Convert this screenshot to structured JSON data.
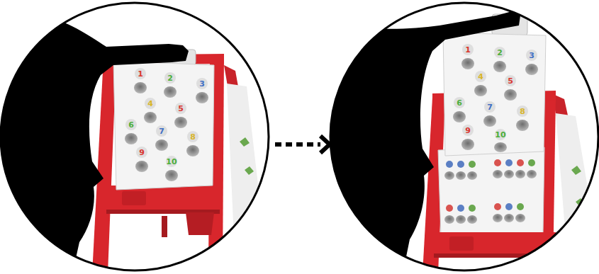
{
  "diagram": {
    "labels": [
      "1",
      "2",
      "3",
      "4",
      "5",
      "6",
      "7",
      "8",
      "9",
      "10",
      "1",
      "2",
      "3",
      "4",
      "5",
      "6",
      "7",
      "8",
      "9",
      "10"
    ]
  }
}
